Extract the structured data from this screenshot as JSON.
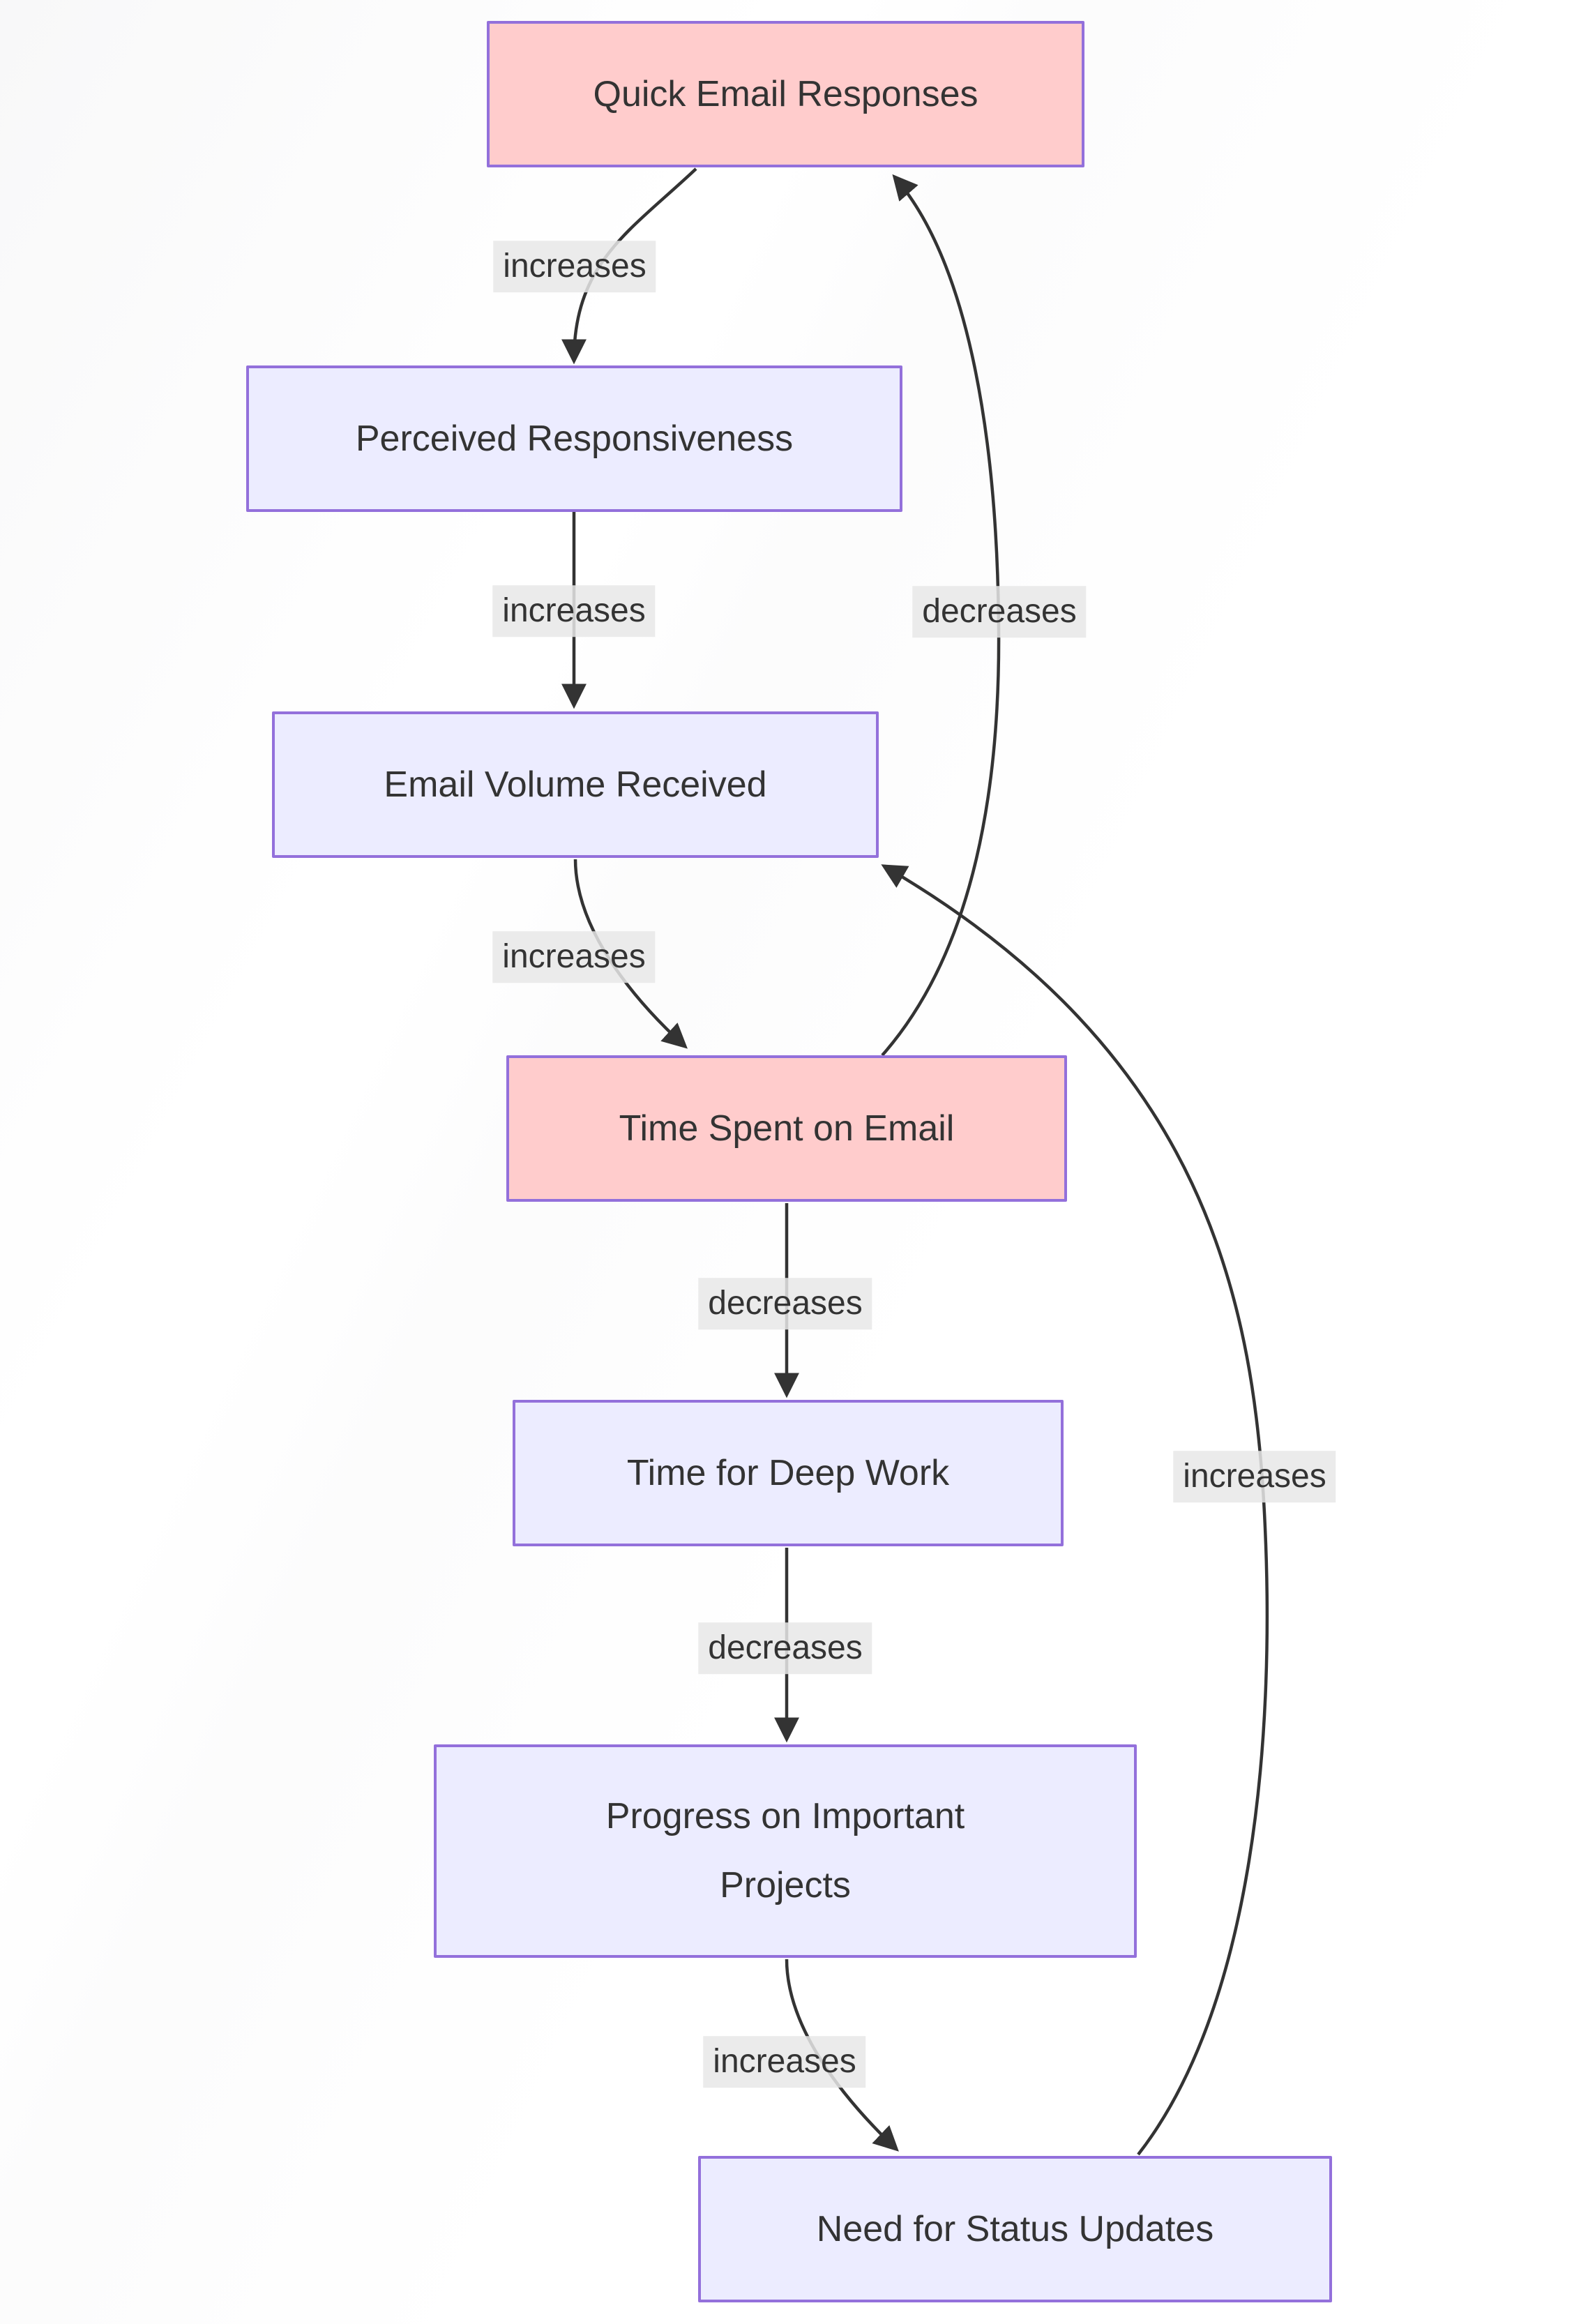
{
  "diagram": {
    "type": "flowchart",
    "nodes": [
      {
        "label": "Quick Email Responses",
        "emphasis": true
      },
      {
        "label": "Perceived Responsiveness",
        "emphasis": false
      },
      {
        "label": "Email Volume Received",
        "emphasis": false
      },
      {
        "label": "Time Spent on Email",
        "emphasis": true
      },
      {
        "label": "Time for Deep Work",
        "emphasis": false
      },
      {
        "label": "Progress on Important Projects",
        "emphasis": false
      },
      {
        "label": "Need for Status Updates",
        "emphasis": false
      }
    ],
    "edges": [
      {
        "from": "Quick Email Responses",
        "to": "Perceived Responsiveness",
        "label": "increases"
      },
      {
        "from": "Perceived Responsiveness",
        "to": "Email Volume Received",
        "label": "increases"
      },
      {
        "from": "Email Volume Received",
        "to": "Time Spent on Email",
        "label": "increases"
      },
      {
        "from": "Time Spent on Email",
        "to": "Quick Email Responses",
        "label": "decreases"
      },
      {
        "from": "Time Spent on Email",
        "to": "Time for Deep Work",
        "label": "decreases"
      },
      {
        "from": "Time for Deep Work",
        "to": "Progress on Important Projects",
        "label": "decreases"
      },
      {
        "from": "Progress on Important Projects",
        "to": "Need for Status Updates",
        "label": "increases"
      },
      {
        "from": "Need for Status Updates",
        "to": "Email Volume Received",
        "label": "increases"
      }
    ]
  },
  "colors": {
    "node_fill": "#ECECFF",
    "node_border": "#9370DB",
    "highlight_fill": "#FFCCCC",
    "text_color": "#333333",
    "edge_color": "#333333",
    "edge_label_bg": "#E8E8E8"
  }
}
